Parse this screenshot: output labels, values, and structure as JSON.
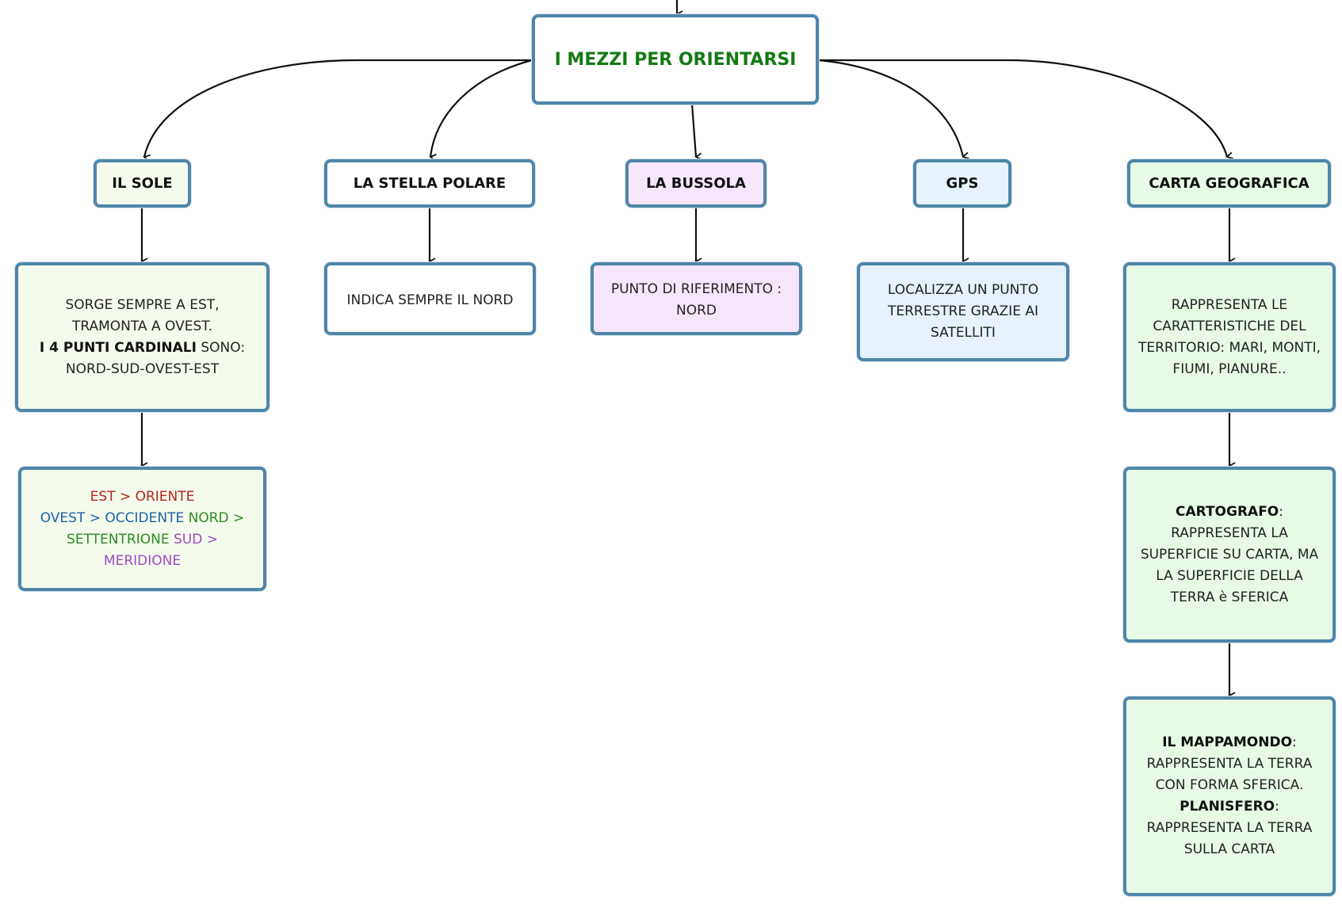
{
  "title": "I MEZZI PER ORIENTARSI",
  "branches": {
    "sole": {
      "label": "IL SOLE",
      "text_1": "SORGE SEMPRE A EST,",
      "text_2": "TRAMONTA A OVEST.",
      "text_3_bold": "I 4 PUNTI CARDINALI",
      "text_3_rest": " SONO:",
      "text_4": "NORD-SUD-OVEST-EST",
      "directions": {
        "est": "EST > ORIENTE",
        "ovest": "OVEST > OCCIDENTE",
        "nord_1": "NORD >",
        "nord_2": "SETTENTRIONE",
        "sud_1": "SUD >",
        "sud_2": "MERIDIONE",
        "colors": {
          "est": "#b8231f",
          "ovest": "#1d62a8",
          "nord": "#2b8a20",
          "sud": "#9a4bc4"
        }
      }
    },
    "stella": {
      "label": "LA STELLA POLARE",
      "text": "INDICA SEMPRE IL NORD"
    },
    "bussola": {
      "label": "LA BUSSOLA",
      "text_1": "PUNTO DI RIFERIMENTO :",
      "text_2": "NORD"
    },
    "gps": {
      "label": "GPS",
      "text_1": "LOCALIZZA UN PUNTO",
      "text_2": "TERRESTRE GRAZIE AI",
      "text_3": "SATELLITI"
    },
    "carta": {
      "label": "CARTA GEOGRAFICA",
      "text_1": "RAPPRESENTA LE",
      "text_2": "CARATTERISTICHE DEL",
      "text_3": "TERRITORIO: MARI, MONTI,",
      "text_4": "FIUMI, PIANURE..",
      "cartografo": {
        "bold": "CARTOGRAFO",
        "colon": ":",
        "line_2": "RAPPRESENTA LA",
        "line_3": "SUPERFICIE SU CARTA, MA",
        "line_4": "LA SUPERFICIE DELLA",
        "line_5": "TERRA è SFERICA"
      },
      "mappamondo": {
        "bold_1": "IL MAPPAMONDO",
        "colon_1": ":",
        "line_2": "RAPPRESENTA LA TERRA",
        "line_3": "CON FORMA SFERICA.",
        "bold_2": "PLANISFERO",
        "colon_2": ":",
        "line_5": "RAPPRESENTA LA TERRA",
        "line_6": "SULLA CARTA"
      }
    }
  },
  "colors": {
    "border": "#4f86a8",
    "title_text": "#137a13",
    "fill_light_green": "#f5fbec",
    "fill_mint": "#e6fae6",
    "fill_lavender": "#f5e6fb",
    "fill_light_blue": "#e6f2fd"
  }
}
